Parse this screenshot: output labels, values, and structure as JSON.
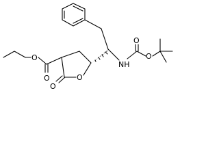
{
  "molecule": {
    "atoms": {
      "ester_o_single": "O",
      "ester_o_double": "O",
      "ring_o": "O",
      "lactone_carbonyl_o": "O",
      "carbamate_o_double": "O",
      "carbamate_o_single": "O",
      "nh": "NH"
    }
  }
}
